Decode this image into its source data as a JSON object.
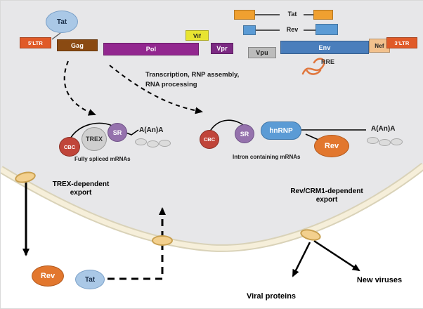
{
  "genome": {
    "ltr5": "5'LTR",
    "gag": "Gag",
    "pol": "Pol",
    "vif": "Vif",
    "vpr": "Vpr",
    "vpu": "Vpu",
    "env": "Env",
    "nef": "Nef",
    "ltr3": "3'LTR",
    "tat_exon_label": "Tat",
    "rev_exon_label": "Rev",
    "rre_label": "RRE"
  },
  "process_text": {
    "line1": "Transcription, RNP assembly,",
    "line2": "RNA processing"
  },
  "proteins": {
    "tat_top": "Tat",
    "rev_bottom": "Rev",
    "tat_bottom": "Tat"
  },
  "left_complex": {
    "cbc": "CBC",
    "trex": "TREX",
    "sr": "SR",
    "polya": "A(An)A",
    "caption": "Fully spliced mRNAs"
  },
  "right_complex": {
    "cbc": "CBC",
    "sr": "SR",
    "hnrnp": "hnRNP",
    "rev": "Rev",
    "polya": "A(An)A",
    "caption": "Intron containing mRNAs"
  },
  "labels": {
    "trex_export": "TREX-dependent export",
    "rev_export": "Rev/CRM1-dependent export",
    "viral_proteins": "Viral proteins",
    "new_viruses": "New viruses"
  },
  "colors": {
    "nucleus_fill": "#e7e7e9",
    "membrane_outer": "#d9d2b8",
    "membrane_inner": "#f6efda",
    "ltr": "#e05a28",
    "gag": "#8a4a12",
    "pol": "#92278f",
    "vif": "#e8e431",
    "vpr": "#7c2a83",
    "vpu": "#bcbcbc",
    "env": "#4a7ebc",
    "nef": "#f2c18d",
    "tat_oval": "#aac8e6",
    "rev_oval": "#e2772e",
    "cbc": "#c0453a",
    "trex": "#cfcfcf",
    "sr": "#9572ad",
    "hnrnp": "#5b9bd5",
    "tat_exon": "#f0a030",
    "rev_exon": "#5b9bd5",
    "rre": "#e0763c",
    "pore": "#f3d08e"
  }
}
